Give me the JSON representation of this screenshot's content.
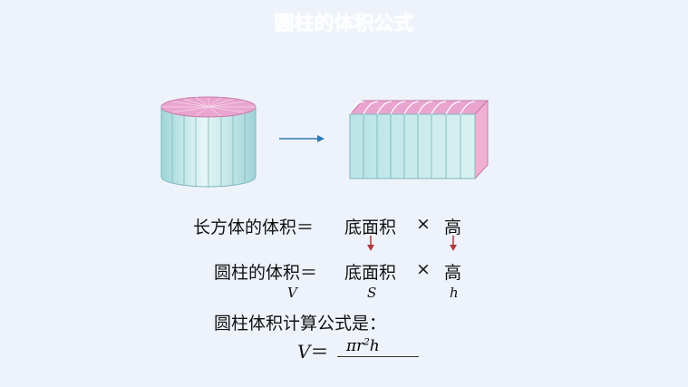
{
  "title": "圆柱的体积公式",
  "cuboid_row": {
    "label": "长方体的体积＝",
    "base": "底面积",
    "times": "×",
    "height": "高"
  },
  "cylinder_row": {
    "label": "圆柱的体积＝",
    "base": "底面积",
    "times": "×",
    "height": "高"
  },
  "symbols": {
    "volume": "V",
    "base": "S",
    "height": "h"
  },
  "formula_intro": "圆柱体积计算公式是：",
  "formula": {
    "lhs": "V",
    "eq": "＝",
    "answer_main": "πr",
    "answer_sup": "2",
    "answer_tail": "h"
  },
  "colors": {
    "cylinder_side": "#bfe7e8",
    "top_pink": "#e9a5cf",
    "arrow_blue": "#2a7ab8",
    "arrow_red": "#b23a3a"
  }
}
